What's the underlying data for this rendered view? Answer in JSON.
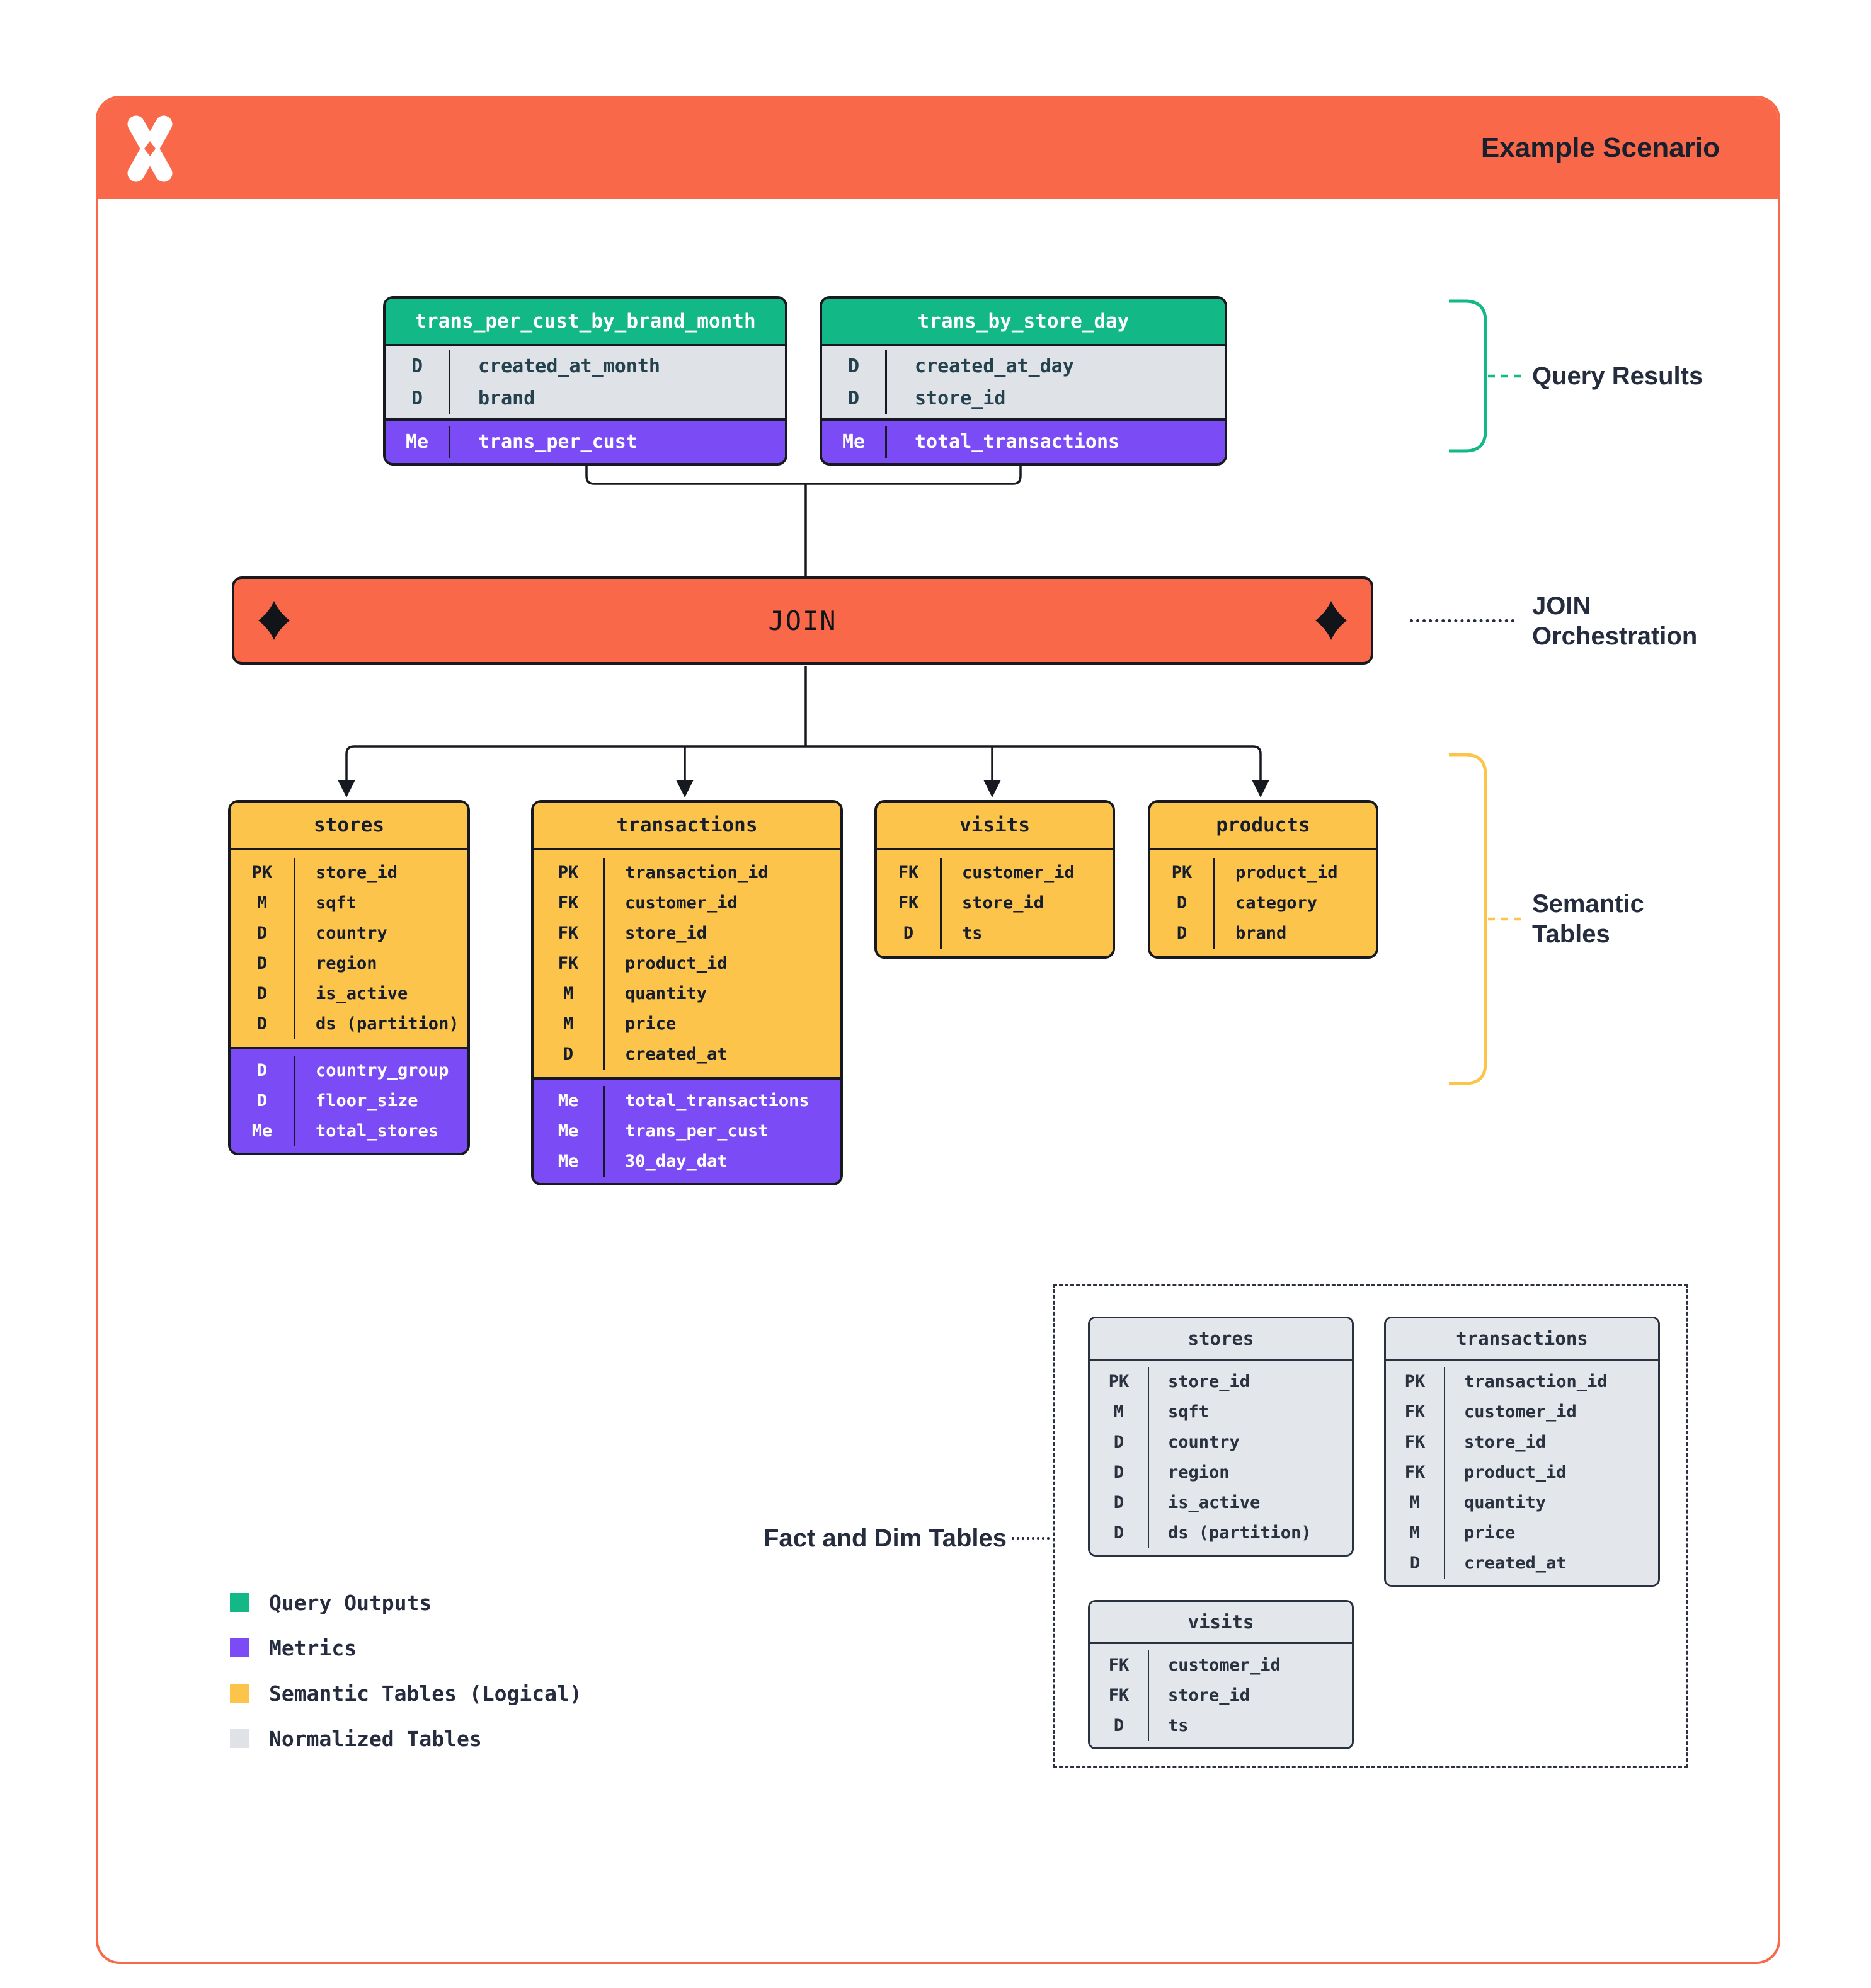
{
  "header": {
    "title": "Example Scenario"
  },
  "join": {
    "label": "JOIN"
  },
  "annotations": {
    "query_results": "Query Results",
    "join_line1": "JOIN",
    "join_line2": "Orchestration",
    "semantic_line1": "Semantic",
    "semantic_line2": "Tables",
    "fact_dim": "Fact and Dim Tables"
  },
  "result_tables": [
    {
      "title": "trans_per_cust_by_brand_month",
      "rows": [
        {
          "k": "D",
          "v": "created_at_month"
        },
        {
          "k": "D",
          "v": "brand"
        }
      ],
      "metrics": [
        {
          "k": "Me",
          "v": "trans_per_cust"
        }
      ]
    },
    {
      "title": "trans_by_store_day",
      "rows": [
        {
          "k": "D",
          "v": "created_at_day"
        },
        {
          "k": "D",
          "v": "store_id"
        }
      ],
      "metrics": [
        {
          "k": "Me",
          "v": "total_transactions"
        }
      ]
    }
  ],
  "semantic_tables": [
    {
      "title": "stores",
      "rows": [
        {
          "k": "PK",
          "v": "store_id"
        },
        {
          "k": "M",
          "v": "sqft"
        },
        {
          "k": "D",
          "v": "country"
        },
        {
          "k": "D",
          "v": "region"
        },
        {
          "k": "D",
          "v": "is_active"
        },
        {
          "k": "D",
          "v": "ds (partition)"
        }
      ],
      "metrics": [
        {
          "k": "D",
          "v": "country_group"
        },
        {
          "k": "D",
          "v": "floor_size"
        },
        {
          "k": "Me",
          "v": "total_stores"
        }
      ]
    },
    {
      "title": "transactions",
      "rows": [
        {
          "k": "PK",
          "v": "transaction_id"
        },
        {
          "k": "FK",
          "v": "customer_id"
        },
        {
          "k": "FK",
          "v": "store_id"
        },
        {
          "k": "FK",
          "v": "product_id"
        },
        {
          "k": "M",
          "v": "quantity"
        },
        {
          "k": "M",
          "v": "price"
        },
        {
          "k": "D",
          "v": "created_at"
        }
      ],
      "metrics": [
        {
          "k": "Me",
          "v": "total_transactions"
        },
        {
          "k": "Me",
          "v": "trans_per_cust"
        },
        {
          "k": "Me",
          "v": "30_day_dat"
        }
      ]
    },
    {
      "title": "visits",
      "rows": [
        {
          "k": "FK",
          "v": "customer_id"
        },
        {
          "k": "FK",
          "v": "store_id"
        },
        {
          "k": "D",
          "v": "ts"
        }
      ],
      "metrics": []
    },
    {
      "title": "products",
      "rows": [
        {
          "k": "PK",
          "v": "product_id"
        },
        {
          "k": "D",
          "v": "category"
        },
        {
          "k": "D",
          "v": "brand"
        }
      ],
      "metrics": []
    }
  ],
  "normalized_tables": [
    {
      "title": "stores",
      "rows": [
        {
          "k": "PK",
          "v": "store_id"
        },
        {
          "k": "M",
          "v": "sqft"
        },
        {
          "k": "D",
          "v": "country"
        },
        {
          "k": "D",
          "v": "region"
        },
        {
          "k": "D",
          "v": "is_active"
        },
        {
          "k": "D",
          "v": "ds (partition)"
        }
      ]
    },
    {
      "title": "transactions",
      "rows": [
        {
          "k": "PK",
          "v": "transaction_id"
        },
        {
          "k": "FK",
          "v": "customer_id"
        },
        {
          "k": "FK",
          "v": "store_id"
        },
        {
          "k": "FK",
          "v": "product_id"
        },
        {
          "k": "M",
          "v": "quantity"
        },
        {
          "k": "M",
          "v": "price"
        },
        {
          "k": "D",
          "v": "created_at"
        }
      ]
    },
    {
      "title": "visits",
      "rows": [
        {
          "k": "FK",
          "v": "customer_id"
        },
        {
          "k": "FK",
          "v": "store_id"
        },
        {
          "k": "D",
          "v": "ts"
        }
      ]
    }
  ],
  "legend": [
    {
      "label": "Query Outputs",
      "color": "#12B886"
    },
    {
      "label": "Metrics",
      "color": "#7B4CF5"
    },
    {
      "label": "Semantic Tables (Logical)",
      "color": "#FCC44A"
    },
    {
      "label": "Normalized Tables",
      "color": "#DFE3E8"
    }
  ],
  "colors": {
    "coral": "#FA684A",
    "green": "#12B886",
    "purple": "#7B4CF5",
    "yellow": "#FCC44A",
    "gray": "#DFE3E8",
    "ink": "#16191F",
    "navy": "#252C3E"
  }
}
